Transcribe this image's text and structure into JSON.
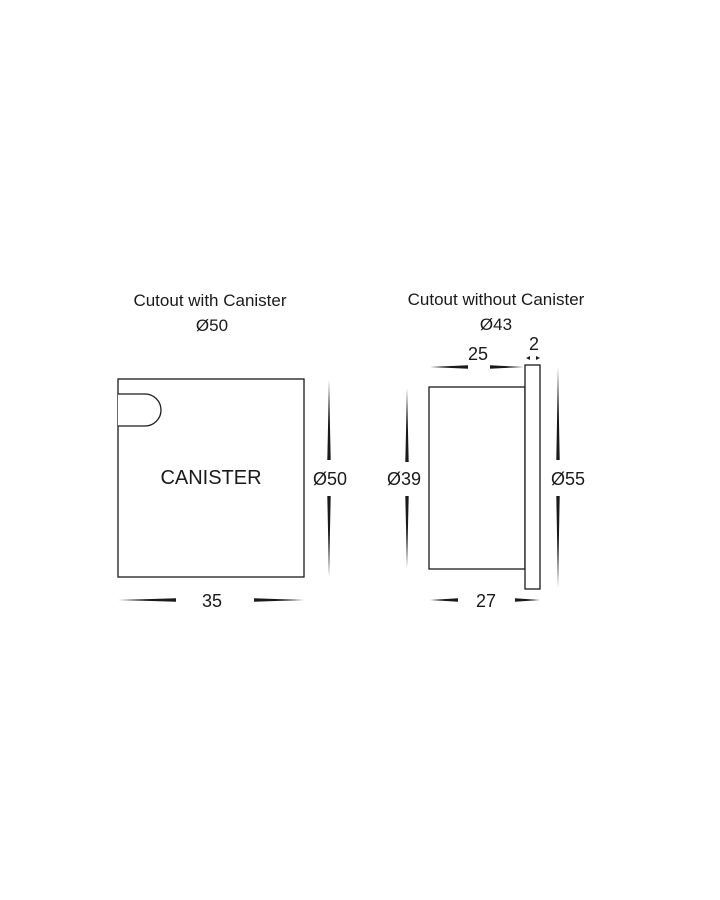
{
  "left_view": {
    "title": "Cutout with Canister",
    "cutout": "Ø50",
    "body_label": "CANISTER",
    "height_dim": "Ø50",
    "width_dim": "35"
  },
  "right_view": {
    "title": "Cutout without Canister",
    "cutout": "Ø43",
    "depth_dim": "25",
    "flange_dim": "2",
    "body_height_dim": "Ø39",
    "flange_height_dim": "Ø55",
    "total_depth_dim": "27"
  }
}
